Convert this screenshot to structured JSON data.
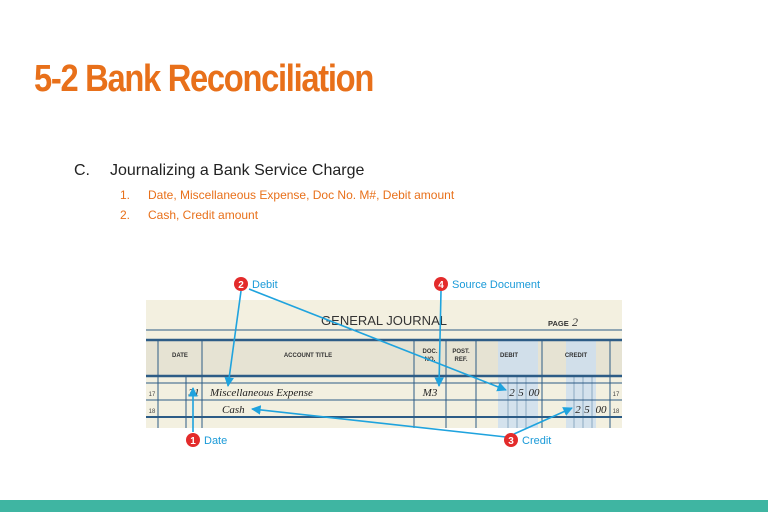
{
  "slide": {
    "title": "5-2  Bank Reconciliation"
  },
  "outline": {
    "heading_letter": "C.",
    "heading_text": "Journalizing a Bank Service Charge",
    "items": [
      {
        "num": "1.",
        "text": "Date, Miscellaneous Expense, Doc No. M#, Debit amount"
      },
      {
        "num": "2.",
        "text": "Cash, Credit amount"
      }
    ]
  },
  "journal": {
    "title": "GENERAL JOURNAL",
    "page_label": "PAGE",
    "page_number": "2",
    "headers": {
      "date": "DATE",
      "account": "ACCOUNT TITLE",
      "doc_line1": "DOC.",
      "doc_line2": "NO.",
      "post_line1": "POST.",
      "post_line2": "REF.",
      "debit": "DEBIT",
      "credit": "CREDIT"
    },
    "rows": [
      {
        "line": "17",
        "day": "31",
        "account": "Miscellaneous Expense",
        "doc": "M3",
        "debit_d1": "2",
        "debit_d2": "5",
        "debit_cents": "00",
        "credit_d1": "",
        "credit_d2": "",
        "credit_cents": ""
      },
      {
        "line": "18",
        "day": "",
        "account": "Cash",
        "doc": "",
        "debit_d1": "",
        "debit_d2": "",
        "debit_cents": "",
        "credit_d1": "2",
        "credit_d2": "5",
        "credit_cents": "00"
      }
    ],
    "callouts": [
      {
        "num": "2",
        "label": "Debit"
      },
      {
        "num": "4",
        "label": "Source Document"
      },
      {
        "num": "1",
        "label": "Date"
      },
      {
        "num": "3",
        "label": "Credit"
      }
    ],
    "colors": {
      "callout_red": "#e32b2b",
      "callout_text": "#1a9ad8",
      "arrow": "#1fa3de",
      "paper": "#f3f0e0",
      "header_band": "#e6e3d3",
      "rule_dark": "#2d5c86",
      "column_highlight": "#c9def2"
    }
  }
}
